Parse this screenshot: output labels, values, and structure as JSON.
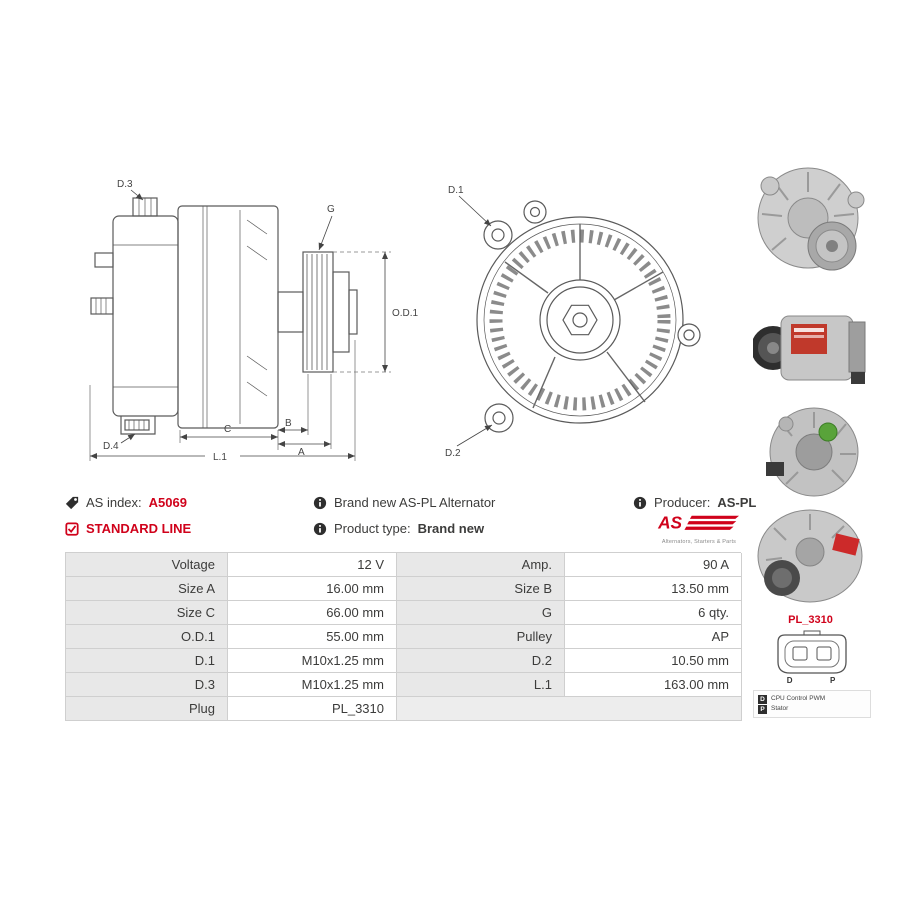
{
  "info": {
    "as_index": {
      "label": "AS index:",
      "value": "A5069",
      "icon": "tag-icon"
    },
    "brand_new_text": "Brand new AS-PL Alternator",
    "producer": {
      "label": "Producer:",
      "value": "AS-PL",
      "icon": "info-icon"
    },
    "standard_line": "STANDARD LINE",
    "product_type": {
      "label": "Product type:",
      "value": "Brand new",
      "icon": "info-icon"
    },
    "logo": {
      "text": "AS",
      "subtitle": "Alternators, Starters & Parts"
    }
  },
  "diagram": {
    "labels": {
      "d3": "D.3",
      "g": "G",
      "od1": "O.D.1",
      "c": "C",
      "b": "B",
      "a": "A",
      "l1": "L.1",
      "d4": "D.4",
      "d1": "D.1",
      "d2": "D.2"
    }
  },
  "plug": {
    "code": "PL_3310",
    "pins": {
      "p1": "D",
      "p2": "P"
    },
    "legend": [
      {
        "pin": "D",
        "desc": "CPU Control PWM"
      },
      {
        "pin": "P",
        "desc": "Stator"
      }
    ]
  },
  "spec_table": {
    "rows": [
      {
        "l1": "Voltage",
        "v1": "12 V",
        "l2": "Amp.",
        "v2": "90 A"
      },
      {
        "l1": "Size A",
        "v1": "16.00 mm",
        "l2": "Size B",
        "v2": "13.50 mm"
      },
      {
        "l1": "Size C",
        "v1": "66.00 mm",
        "l2": "G",
        "v2": "6 qty."
      },
      {
        "l1": "O.D.1",
        "v1": "55.00 mm",
        "l2": "Pulley",
        "v2": "AP"
      },
      {
        "l1": "D.1",
        "v1": "M10x1.25 mm",
        "l2": "D.2",
        "v2": "10.50 mm"
      },
      {
        "l1": "D.3",
        "v1": "M10x1.25 mm",
        "l2": "L.1",
        "v2": "163.00 mm"
      },
      {
        "l1": "Plug",
        "v1": "PL_3310",
        "l2": "",
        "v2": ""
      }
    ]
  },
  "colors": {
    "accent_red": "#d0021b",
    "table_label_bg": "#e8e8e8",
    "table_border": "#cfcfcf",
    "text": "#3c3c3b"
  }
}
